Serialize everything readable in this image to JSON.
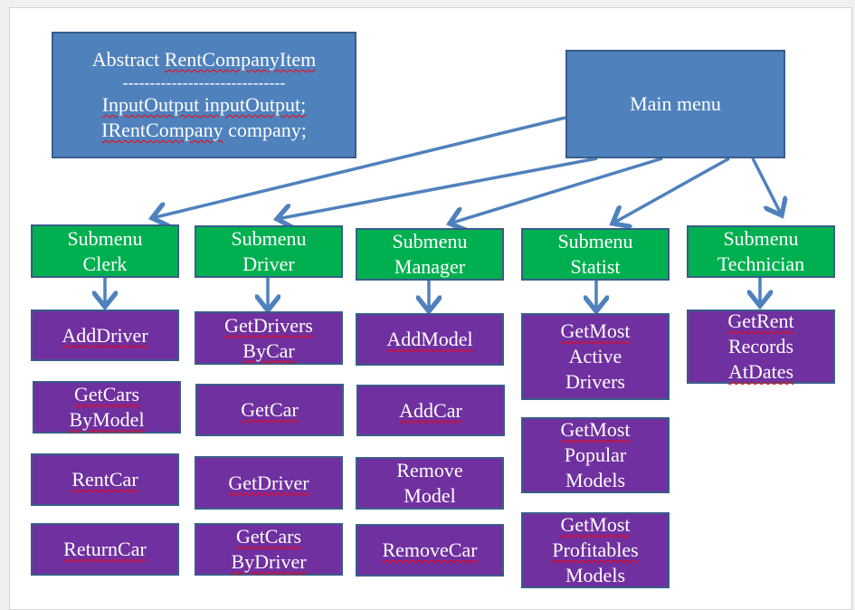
{
  "abstract_box": {
    "line1_prefix": "Abstract ",
    "line1_class": "RentCompanyItem",
    "separator": "------------------------------",
    "line3_type": "InputOutput",
    "line3_rest": " inputOutput;",
    "line4_type": "IRentCompany",
    "line4_rest": " company;"
  },
  "main_menu": {
    "label": "Main menu"
  },
  "submenus": [
    {
      "line1": "Submenu",
      "line2": "Clerk"
    },
    {
      "line1": "Submenu",
      "line2": "Driver"
    },
    {
      "line1": "Submenu",
      "line2": "Manager"
    },
    {
      "line1": "Submenu",
      "line2": "Statist"
    },
    {
      "line1": "Submenu",
      "line2": "Technician"
    }
  ],
  "clerk_items": [
    "AddDriver",
    "GetCars",
    "ByModel",
    "RentCar",
    "ReturnCar"
  ],
  "driver_items": [
    "GetDrivers",
    "ByCar",
    "GetCar",
    "GetDriver",
    "GetCars",
    "ByDriver"
  ],
  "manager_items": [
    "AddModel",
    "AddCar",
    "Remove",
    "Model",
    "RemoveCar"
  ],
  "statist_items": [
    "GetMost",
    "Active",
    "Drivers",
    "GetMost",
    "Popular",
    "Models",
    "GetMost",
    "Profitables",
    "Models"
  ],
  "technician_items": [
    "GetRent",
    "Records",
    "AtDates"
  ],
  "colors": {
    "blue_box": "#4f81bd",
    "submenu_box": "#00b050",
    "command_box": "#7030a0",
    "border": "#385d8a",
    "arrow": "#4f81bd",
    "spellcheck_underline": "#ff0000"
  }
}
